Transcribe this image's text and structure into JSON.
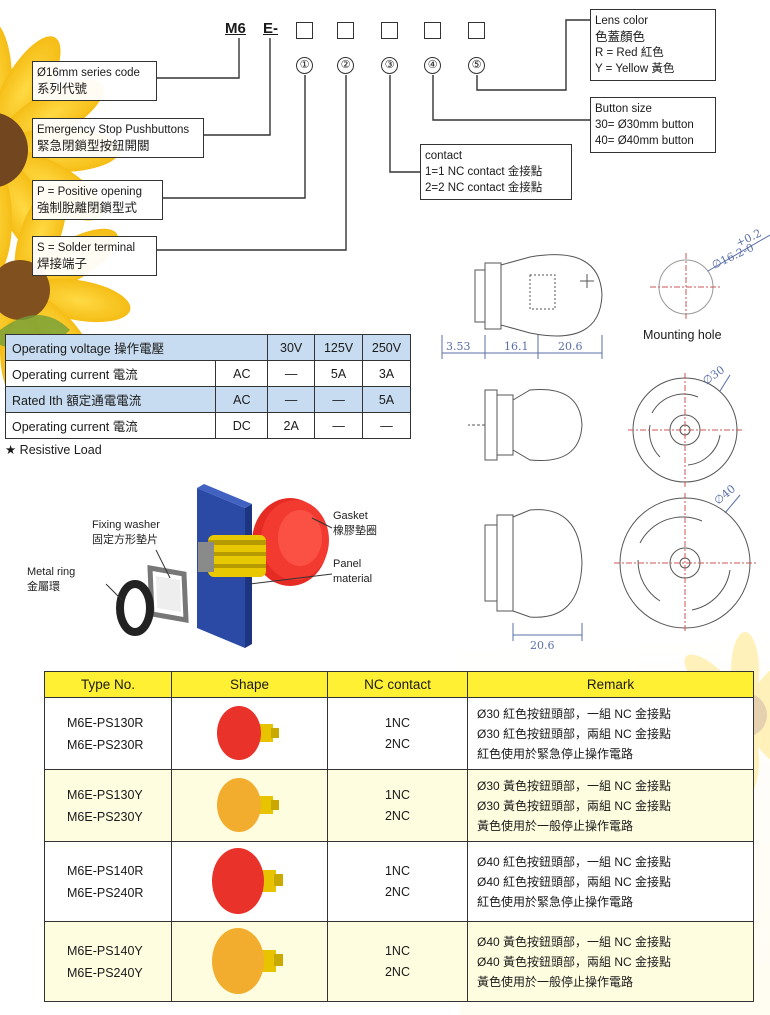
{
  "code": {
    "prefix": "M6",
    "series": "E-",
    "circled_numbers": [
      "①",
      "②",
      "③",
      "④",
      "⑤"
    ]
  },
  "labels": {
    "series_code": {
      "en": "Ø16mm series code",
      "zh": "系列代號"
    },
    "emergency": {
      "en": "Emergency Stop Pushbuttons",
      "zh": "緊急閉鎖型按鈕開關"
    },
    "positive": {
      "en": "P = Positive opening",
      "zh": "強制脫離閉鎖型式"
    },
    "solder": {
      "en": "S = Solder terminal",
      "zh": "焊接端子"
    },
    "contact": {
      "title": "contact",
      "line1": "1=1 NC contact 金接點",
      "line2": "2=2 NC contact 金接點"
    },
    "button_size": {
      "title": "Button size",
      "line1": "30= Ø30mm button",
      "line2": "40= Ø40mm button"
    },
    "lens_color": {
      "title": "Lens color",
      "zh": "色蓋顏色",
      "line1": "R = Red 紅色",
      "line2": "Y = Yellow 黃色"
    }
  },
  "electrical": {
    "rows": [
      [
        "Operating voltage 操作電壓",
        "",
        "30V",
        "125V",
        "250V"
      ],
      [
        "Operating current 電流",
        "AC",
        "—",
        "5A",
        "3A"
      ],
      [
        "Rated Ith 額定通電電流",
        "AC",
        "—",
        "—",
        "5A"
      ],
      [
        "Operating current 電流",
        "DC",
        "2A",
        "—",
        "—"
      ]
    ],
    "note": "★ Resistive Load"
  },
  "assembly": {
    "fixing_washer": {
      "en": "Fixing washer",
      "zh": "固定方形墊片"
    },
    "metal_ring": {
      "en": "Metal ring",
      "zh": "金屬環"
    },
    "gasket": {
      "en": "Gasket",
      "zh": "橡膠墊圈"
    },
    "panel": {
      "en": "Panel",
      "en2": "material"
    }
  },
  "drawings": {
    "dim_353": "3.53",
    "dim_161": "16.1",
    "dim_206a": "20.6",
    "dim_206b": "20.6",
    "hole_tol_plus": "+0.2",
    "hole_dia": "∅16.2-0",
    "mounting_hole": "Mounting hole",
    "dia30": "∅30",
    "dia40": "∅40"
  },
  "products": {
    "headers": [
      "Type No.",
      "Shape",
      "NC contact",
      "Remark"
    ],
    "rows": [
      {
        "types": [
          "M6E-PS130R",
          "M6E-PS230R"
        ],
        "nc": [
          "1NC",
          "2NC"
        ],
        "color": "#e8322a",
        "remarks": [
          "Ø30 紅色按鈕頭部，一組 NC 金接點",
          "Ø30 紅色按鈕頭部，兩組 NC 金接點",
          "紅色使用於緊急停止操作電路"
        ]
      },
      {
        "types": [
          "M6E-PS130Y",
          "M6E-PS230Y"
        ],
        "nc": [
          "1NC",
          "2NC"
        ],
        "color": "#f2ad2e",
        "remarks": [
          "Ø30 黃色按鈕頭部，一組 NC 金接點",
          "Ø30 黃色按鈕頭部，兩組 NC 金接點",
          "黃色使用於一般停止操作電路"
        ]
      },
      {
        "types": [
          "M6E-PS140R",
          "M6E-PS240R"
        ],
        "nc": [
          "1NC",
          "2NC"
        ],
        "color": "#e8322a",
        "remarks": [
          "Ø40 紅色按鈕頭部，一組 NC 金接點",
          "Ø40 紅色按鈕頭部，兩組 NC 金接點",
          "紅色使用於緊急停止操作電路"
        ]
      },
      {
        "types": [
          "M6E-PS140Y",
          "M6E-PS240Y"
        ],
        "nc": [
          "1NC",
          "2NC"
        ],
        "color": "#f2ad2e",
        "remarks": [
          "Ø40 黃色按鈕頭部，一組 NC 金接點",
          "Ø40 黃色按鈕頭部，兩組 NC 金接點",
          "黃色使用於一般停止操作電路"
        ]
      }
    ]
  }
}
